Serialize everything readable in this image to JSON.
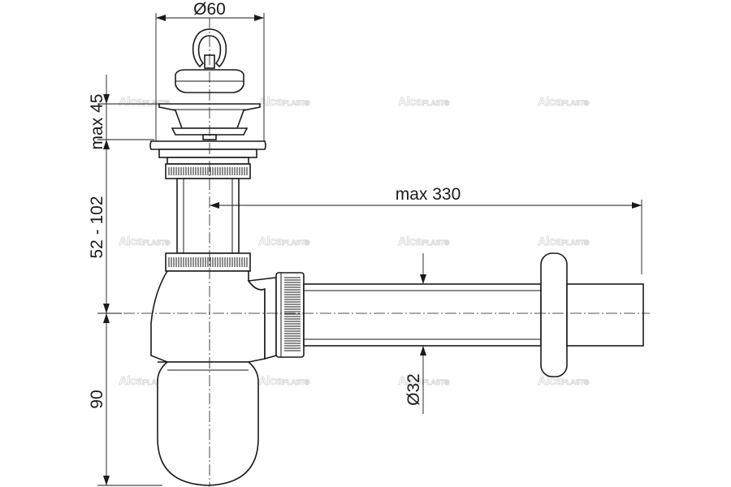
{
  "dimensions": {
    "top_diameter": "Ø60",
    "overflow_height": "max 45",
    "adjustable_height": "52 - 102",
    "trap_depth": "90",
    "pipe_length": "max 330",
    "pipe_diameter": "Ø32"
  },
  "watermark": {
    "brand_main": "Alca",
    "brand_sub": "PLAST",
    "mark": "®"
  }
}
